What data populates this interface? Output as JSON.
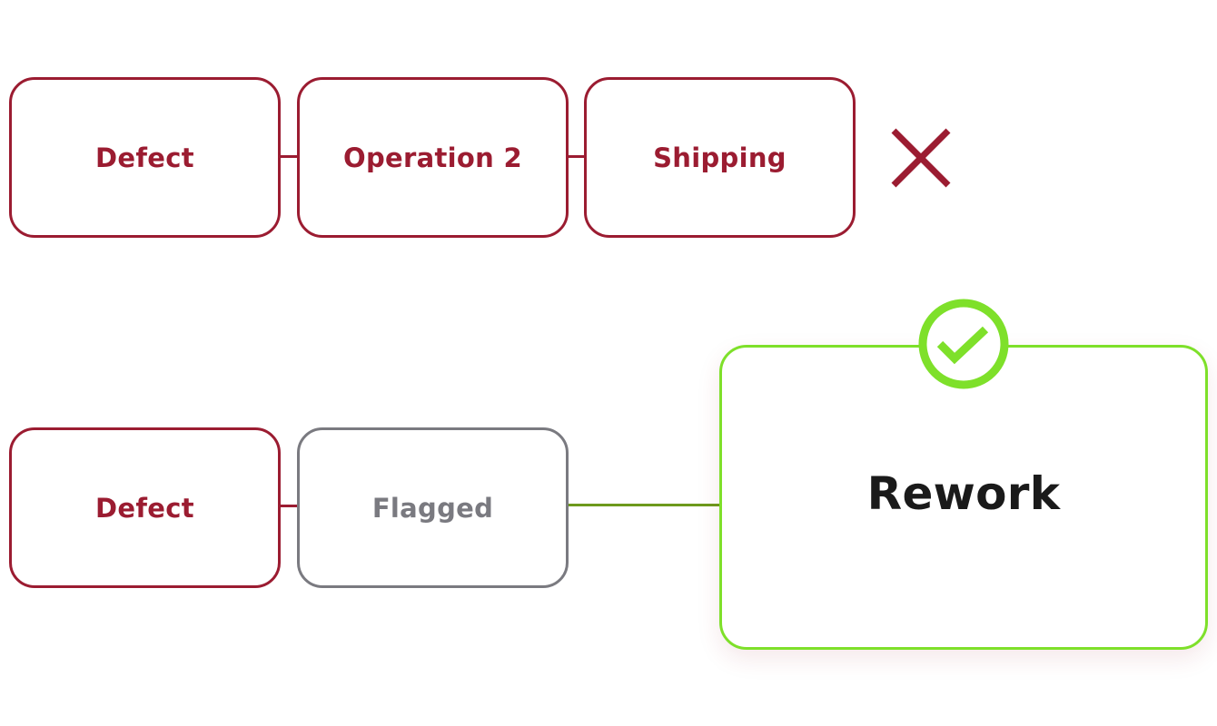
{
  "colors": {
    "fail": "#9b1c31",
    "neutral": "#7a7a80",
    "success": "#7ee02a",
    "connector_success": "#6d9a1c",
    "text_dark": "#1a1a1a"
  },
  "row_fail": {
    "steps": [
      {
        "label": "Defect"
      },
      {
        "label": "Operation 2"
      },
      {
        "label": "Shipping"
      }
    ],
    "status_icon": "x-mark-icon"
  },
  "row_success": {
    "steps": [
      {
        "label": "Defect"
      },
      {
        "label": "Flagged"
      }
    ],
    "result": {
      "label": "Rework"
    },
    "status_icon": "checkmark-circle-icon"
  }
}
